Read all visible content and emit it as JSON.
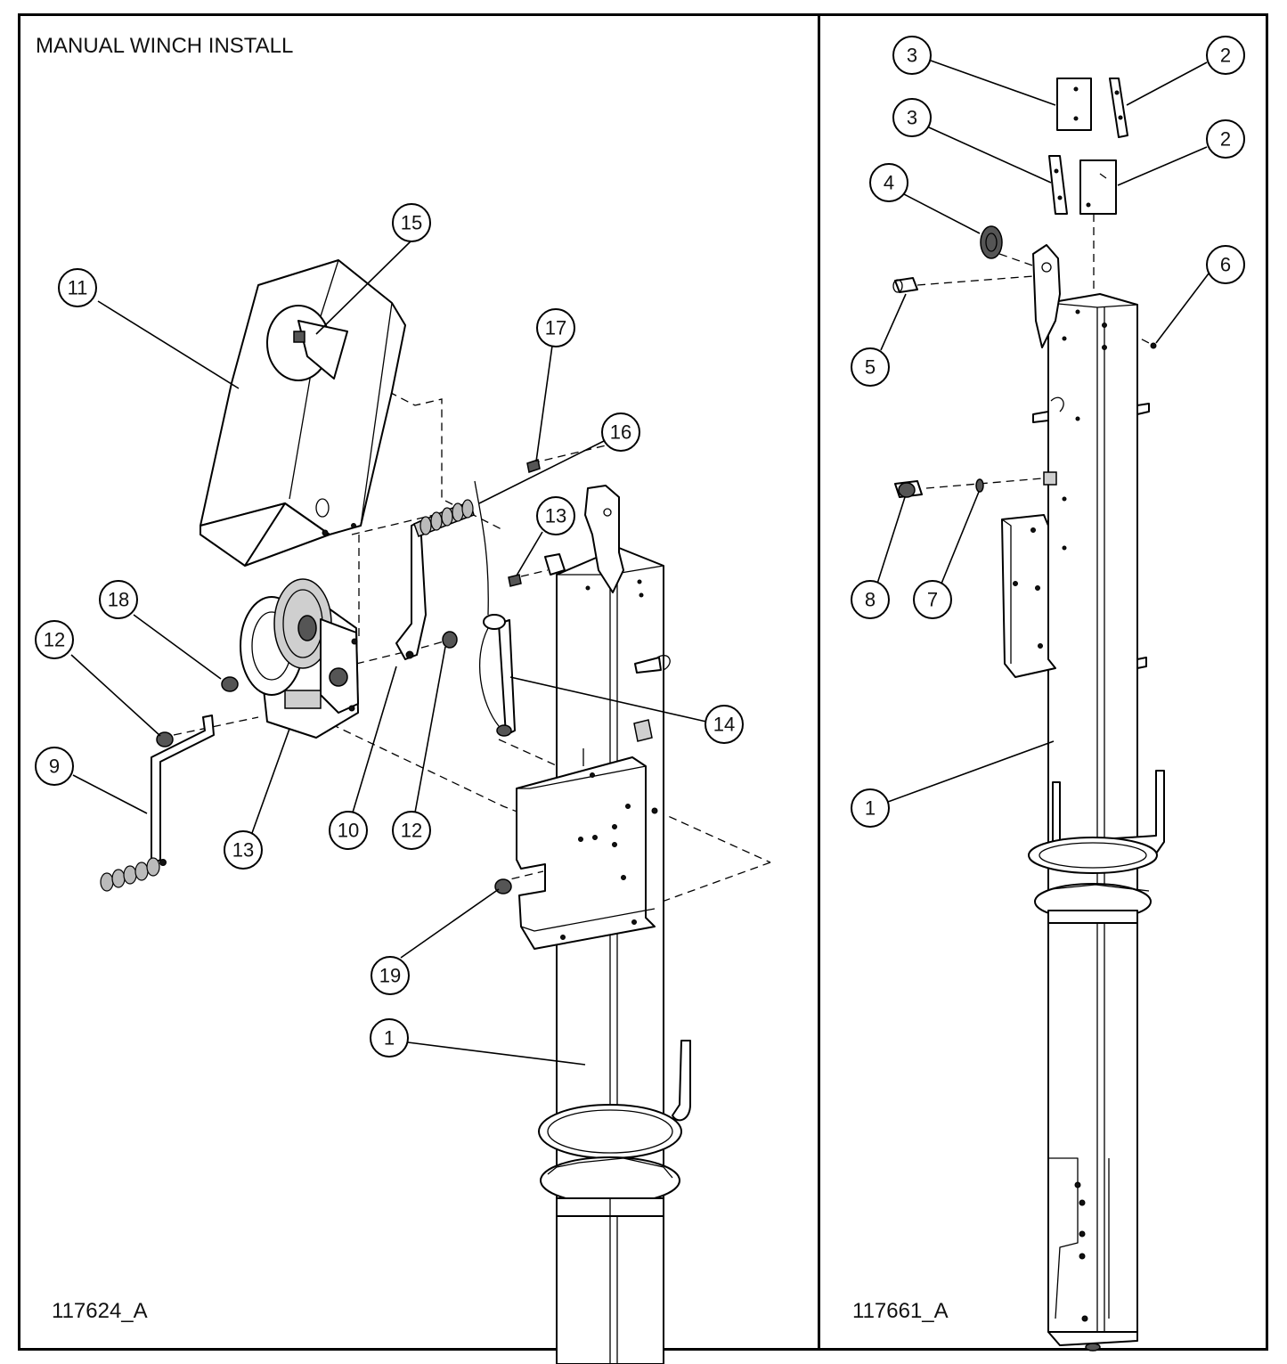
{
  "drawing": {
    "title": "MANUAL WINCH INSTALL",
    "left_drawing_number": "117624_A",
    "right_drawing_number": "117661_A"
  },
  "callouts_left": [
    {
      "id": "c15",
      "label": "15"
    },
    {
      "id": "c11",
      "label": "11"
    },
    {
      "id": "c17",
      "label": "17"
    },
    {
      "id": "c16",
      "label": "16"
    },
    {
      "id": "c13a",
      "label": "13"
    },
    {
      "id": "c18",
      "label": "18"
    },
    {
      "id": "c12a",
      "label": "12"
    },
    {
      "id": "c14",
      "label": "14"
    },
    {
      "id": "c9",
      "label": "9"
    },
    {
      "id": "c10",
      "label": "10"
    },
    {
      "id": "c12b",
      "label": "12"
    },
    {
      "id": "c13b",
      "label": "13"
    },
    {
      "id": "c19",
      "label": "19"
    },
    {
      "id": "c1l",
      "label": "1"
    }
  ],
  "callouts_right": [
    {
      "id": "r3a",
      "label": "3"
    },
    {
      "id": "r2a",
      "label": "2"
    },
    {
      "id": "r3b",
      "label": "3"
    },
    {
      "id": "r2b",
      "label": "2"
    },
    {
      "id": "r4",
      "label": "4"
    },
    {
      "id": "r6",
      "label": "6"
    },
    {
      "id": "r5",
      "label": "5"
    },
    {
      "id": "r8",
      "label": "8"
    },
    {
      "id": "r7",
      "label": "7"
    },
    {
      "id": "r1",
      "label": "1"
    }
  ]
}
